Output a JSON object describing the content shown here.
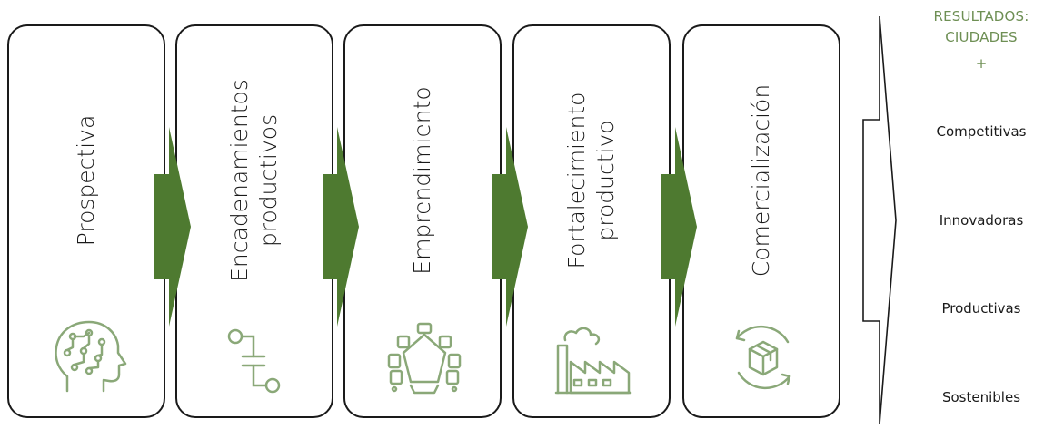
{
  "stages": [
    {
      "label": "Prospectiva",
      "icon": "ai-brain-icon"
    },
    {
      "label": "Encadenamientos\nproductivos",
      "icon": "connection-nodes-icon"
    },
    {
      "label": "Emprendimiento",
      "icon": "meeting-table-icon"
    },
    {
      "label": "Fortalecimiento\nproductivo",
      "icon": "factory-icon"
    },
    {
      "label": "Comercialización",
      "icon": "package-cycle-icon"
    }
  ],
  "results": {
    "title": "RESULTADOS:\nCIUDADES",
    "plus": "+",
    "items": [
      "Competitivas",
      "Innovadoras",
      "Productivas",
      "Sostenibles"
    ]
  },
  "colors": {
    "accent": "#6e8f54",
    "arrow": "#4e7a30",
    "icon": "#8aa878",
    "border": "#1a1a1a"
  }
}
